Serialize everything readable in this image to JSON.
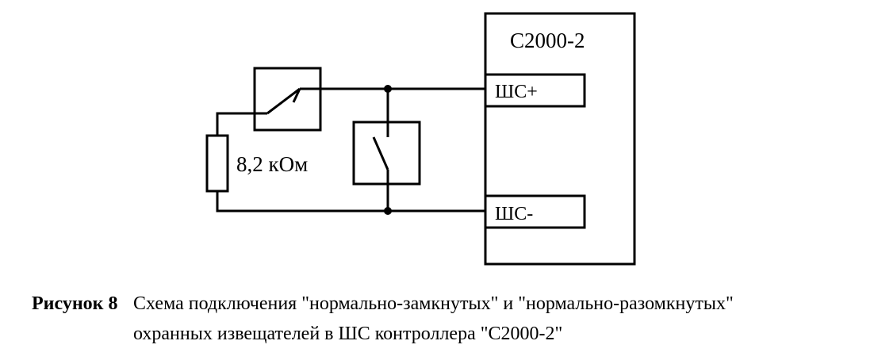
{
  "diagram": {
    "controller_name": "С2000-2",
    "terminal_plus": "ШС+",
    "terminal_minus": "ШС-",
    "resistor_value": "8,2 кОм"
  },
  "caption": {
    "label": "Рисунок 8",
    "line1": "Схема подключения \"нормально-замкнутых\" и \"нормально-разомкнутых\"",
    "line2": "охранных извещателей в ШС контроллера \"С2000-2\""
  }
}
